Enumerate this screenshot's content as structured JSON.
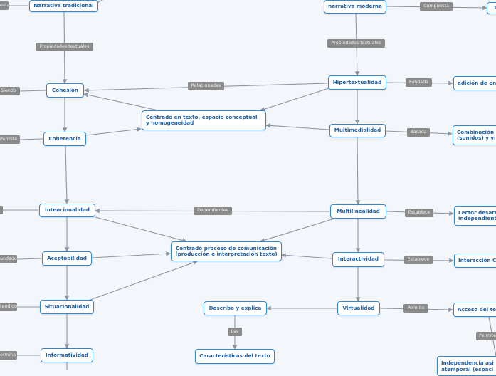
{
  "nodes": {
    "narrativa_tradicional": "Narrativa tradicional",
    "narrativa_moderna": "narrativa moderna",
    "cohesion": "Cohesión",
    "hipertextualidad": "Hipertextualidad",
    "adicion": "adición de en",
    "centrado_texto": "Centrado en texto, espacio conceptual y homogeneidad",
    "coherencia": "Coherencia",
    "multimedialidad": "Multimedialidad",
    "combinacion": "Combinación (sonidos) y vi",
    "intencionalidad": "Intencionalidad",
    "multilinealidad": "Multilinealidad",
    "lector": "Lector desarr independient",
    "centrado_proceso": "Centrado proceso de comunicación (producción e interpretación texto)",
    "aceptabilidad": "Aceptabilidad",
    "interactividad": "Interactividad",
    "interaccion": "Interacción C",
    "situacionalidad": "Situacionalidad",
    "describe": "Describe y explica",
    "virtualidad": "Virtualidad",
    "acceso": "Acceso del te",
    "informatividad": "Informatividad",
    "caracteristicas": "Características del texto",
    "independencia": "Independencia asi atemporal (espaci",
    "t_partial": "T"
  },
  "labels": {
    "esta_partial": "esta",
    "compuesta": "Compuesta",
    "propiedades_1": "Propiedades textuales",
    "propiedades_2": "Propiedades textuales",
    "siendo": "Siendo",
    "relacionadas": "Relacionadas",
    "fundada_1": "Fundada",
    "permite_1": "Permite",
    "basada": "Basada",
    "dependientes": "Dependientes",
    "establece_1": "Establece",
    "fundado": "undado",
    "establece_2": "Establece",
    "tendido": "tendido",
    "permite_2": "Permite",
    "las": "Las",
    "permite_3": "Permite",
    "termina": "ermina"
  },
  "colors": {
    "background": "#f3f6fb",
    "node_border": "#2d8ad6",
    "node_text": "#1f5fa8",
    "label_bg": "#8a8a8a",
    "edge": "#8c96a3"
  }
}
